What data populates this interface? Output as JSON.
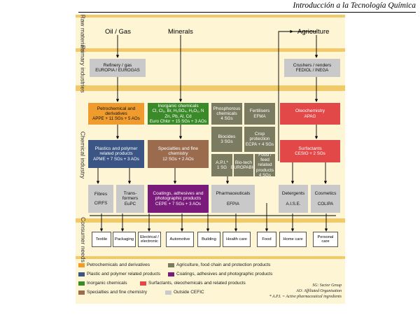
{
  "header": {
    "title": "Introducción a la Tecnología Química"
  },
  "rows": {
    "raw": "Raw materials",
    "primary": "Primary industries",
    "chemical": "Chemical industry",
    "consumer": "Consumer needs"
  },
  "raw_materials": {
    "oil_gas": "Oil / Gas",
    "minerals": "Minerals",
    "agriculture": "Agriculture"
  },
  "primary": {
    "refinery": {
      "title": "Refinery / gas",
      "sub": "EUROPIA / EUROGAS"
    },
    "crushers": {
      "title": "Crushers / renders",
      "sub": "FEDIOL / INEGA"
    }
  },
  "chemical": {
    "petrochemical": {
      "title": "Petrochemical and derivatives",
      "sub": "APPE + 11 SGs + 5 AOs"
    },
    "inorganic": {
      "title": "Inorganic chemicals",
      "formula1": "Cl, Cl₂, Br, H₂SO₄, H₂O₂, N",
      "formula2": "Zn, Pb, Al, Cd",
      "sub": "Euro Chlor + 15 SGs + 3 AOs"
    },
    "phosphorous": {
      "title": "Phosphorous chemicals",
      "sub": "4 SGs"
    },
    "fertilisers": {
      "title": "Fertilisers",
      "sub": "EFMA"
    },
    "oleochemistry": {
      "title": "Oleochemistry",
      "sub": "APAG"
    },
    "plastics": {
      "title": "Plastics and polymer related products",
      "sub": "APME + 7 SGs + 3 AOs"
    },
    "specialties": {
      "title": "Specialties and fine chemistry",
      "sub": "12 SGs + 2 AOs"
    },
    "biocides": {
      "title": "Biocides",
      "sub": "3 SGs"
    },
    "crop": {
      "title": "Crop protection",
      "sub": "ECPA + 4 SGs"
    },
    "surfactants": {
      "title": "Surfactants",
      "sub": "CESIO + 2 SGs"
    },
    "api": {
      "title": "A.P.I.*",
      "sub": "1 SG"
    },
    "biotech": {
      "title": "Bio-tech",
      "sub": "EUROPABIO"
    },
    "food": {
      "title": "Food / feed related products",
      "sub": "4 SGs"
    }
  },
  "downstream": {
    "fibres": {
      "title": "Fibres",
      "sub": "CIRFS"
    },
    "transformers": {
      "title": "Trans-formers",
      "sub": "EuPC"
    },
    "coatings": {
      "title": "Coatings, adhesives and photographic products",
      "sub": "CEPE + 7 SGs + 3 AOs"
    },
    "pharma": {
      "title": "Pharmaceuticals",
      "sub": "EFPIA"
    },
    "detergents": {
      "title": "Detergents",
      "sub": "A.I.S.E."
    },
    "cosmetics": {
      "title": "Cosmetics",
      "sub": "COLIPA"
    }
  },
  "consumer": [
    "Textile",
    "Packaging",
    "Electrical / electronic",
    "Automotive",
    "Building",
    "Health care",
    "Food",
    "Home care",
    "Personal care"
  ],
  "legend": [
    {
      "label": "Petrochemicals and derivatives",
      "color": "#ef9b2d"
    },
    {
      "label": "Agriculture, food chain and protection products",
      "color": "#7b7b62"
    },
    {
      "label": "Plastic and polymer related products",
      "color": "#3b5585"
    },
    {
      "label": "Coatings, adhesives and photographic products",
      "color": "#7a1a7a"
    },
    {
      "label": "Inorganic chemicals",
      "color": "#3b8a2a"
    },
    {
      "label": "Surfactants, oleochemicals and related products",
      "color": "#e24848"
    },
    {
      "label": "Specialties and fine chemistry",
      "color": "#9b6b4e"
    },
    {
      "label": "Outside CEFIC",
      "color": "#c9c9c9"
    }
  ],
  "credits": {
    "line1": "SG: Sector Group",
    "line2": "AO: Affiliated Organisation",
    "line3": "* A.P.I. = Active pharmaceutical ingredients"
  }
}
